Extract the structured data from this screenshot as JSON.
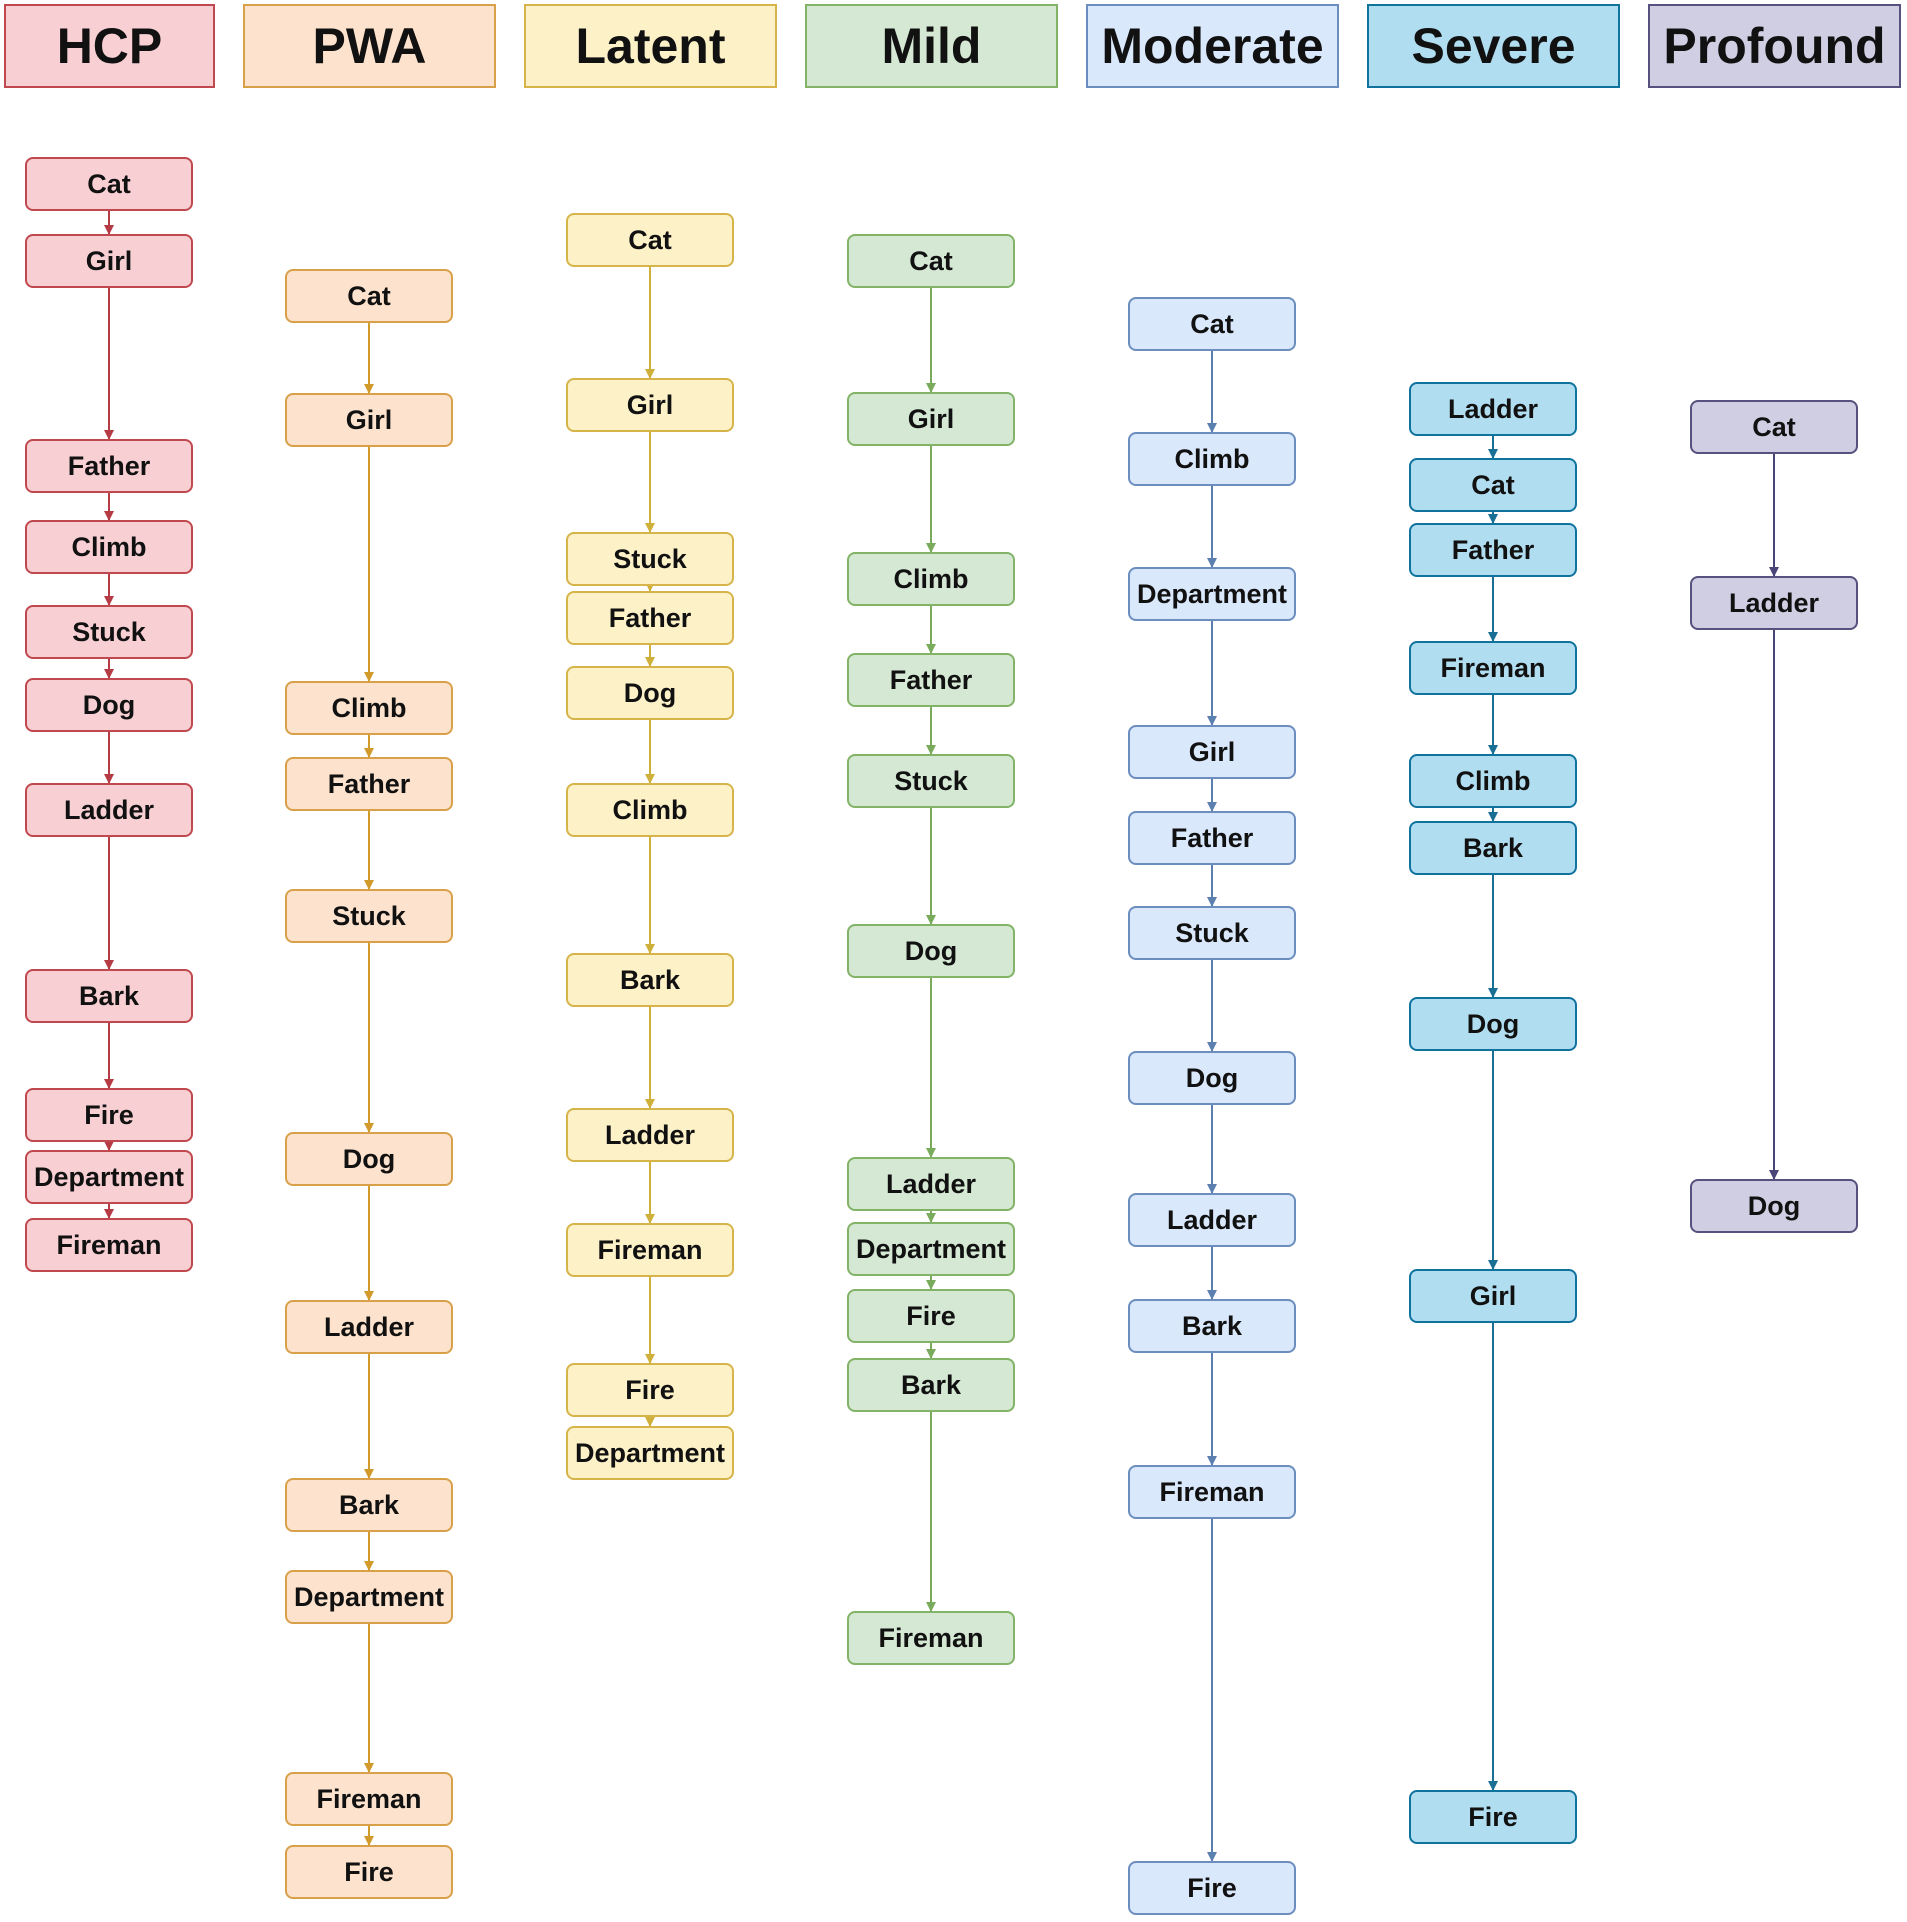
{
  "columns": [
    {
      "id": "hcp",
      "header": "HCP",
      "header_fill": "#f8d0d4",
      "header_border": "#c0494f",
      "node_fill": "#f8d0d4",
      "node_border": "#c0494f",
      "edge_color": "#b53c44",
      "nodes": [
        "Cat",
        "Girl",
        "Father",
        "Climb",
        "Stuck",
        "Dog",
        "Ladder",
        "Bark",
        "Fire",
        "Department",
        "Fireman"
      ]
    },
    {
      "id": "pwa",
      "header": "PWA",
      "header_fill": "#fde3cd",
      "header_border": "#d9a04a",
      "node_fill": "#fde3cd",
      "node_border": "#d9a04a",
      "edge_color": "#d19a2a",
      "nodes": [
        "Cat",
        "Girl",
        "Climb",
        "Father",
        "Stuck",
        "Dog",
        "Ladder",
        "Bark",
        "Department",
        "Fireman",
        "Fire"
      ]
    },
    {
      "id": "latent",
      "header": "Latent",
      "header_fill": "#fdf1c8",
      "header_border": "#d6b44a",
      "node_fill": "#fdf1c8",
      "node_border": "#d6b44a",
      "edge_color": "#cfb03a",
      "nodes": [
        "Cat",
        "Girl",
        "Stuck",
        "Father",
        "Dog",
        "Climb",
        "Bark",
        "Ladder",
        "Fireman",
        "Fire",
        "Department"
      ]
    },
    {
      "id": "mild",
      "header": "Mild",
      "header_fill": "#d5e8d4",
      "header_border": "#82b366",
      "node_fill": "#d5e8d4",
      "node_border": "#82b366",
      "edge_color": "#7aab5c",
      "nodes": [
        "Cat",
        "Girl",
        "Climb",
        "Father",
        "Stuck",
        "Dog",
        "Ladder",
        "Department",
        "Fire",
        "Bark",
        "Fireman"
      ]
    },
    {
      "id": "moderate",
      "header": "Moderate",
      "header_fill": "#dae8fc",
      "header_border": "#6c8ebf",
      "node_fill": "#dae8fc",
      "node_border": "#6c8ebf",
      "edge_color": "#5b7fae",
      "nodes": [
        "Cat",
        "Climb",
        "Department",
        "Girl",
        "Father",
        "Stuck",
        "Dog",
        "Ladder",
        "Bark",
        "Fireman",
        "Fire"
      ]
    },
    {
      "id": "severe",
      "header": "Severe",
      "header_fill": "#b1ddf0",
      "header_border": "#10739e",
      "node_fill": "#b1ddf0",
      "node_border": "#10739e",
      "edge_color": "#1a6f95",
      "nodes": [
        "Ladder",
        "Cat",
        "Father",
        "Fireman",
        "Climb",
        "Bark",
        "Dog",
        "Girl",
        "Fire"
      ]
    },
    {
      "id": "profound",
      "header": "Profound",
      "header_fill": "#d0cee2",
      "header_border": "#56517e",
      "node_fill": "#d0cee2",
      "node_border": "#56517e",
      "edge_color": "#4b4678",
      "nodes": [
        "Cat",
        "Ladder",
        "Dog"
      ]
    }
  ]
}
